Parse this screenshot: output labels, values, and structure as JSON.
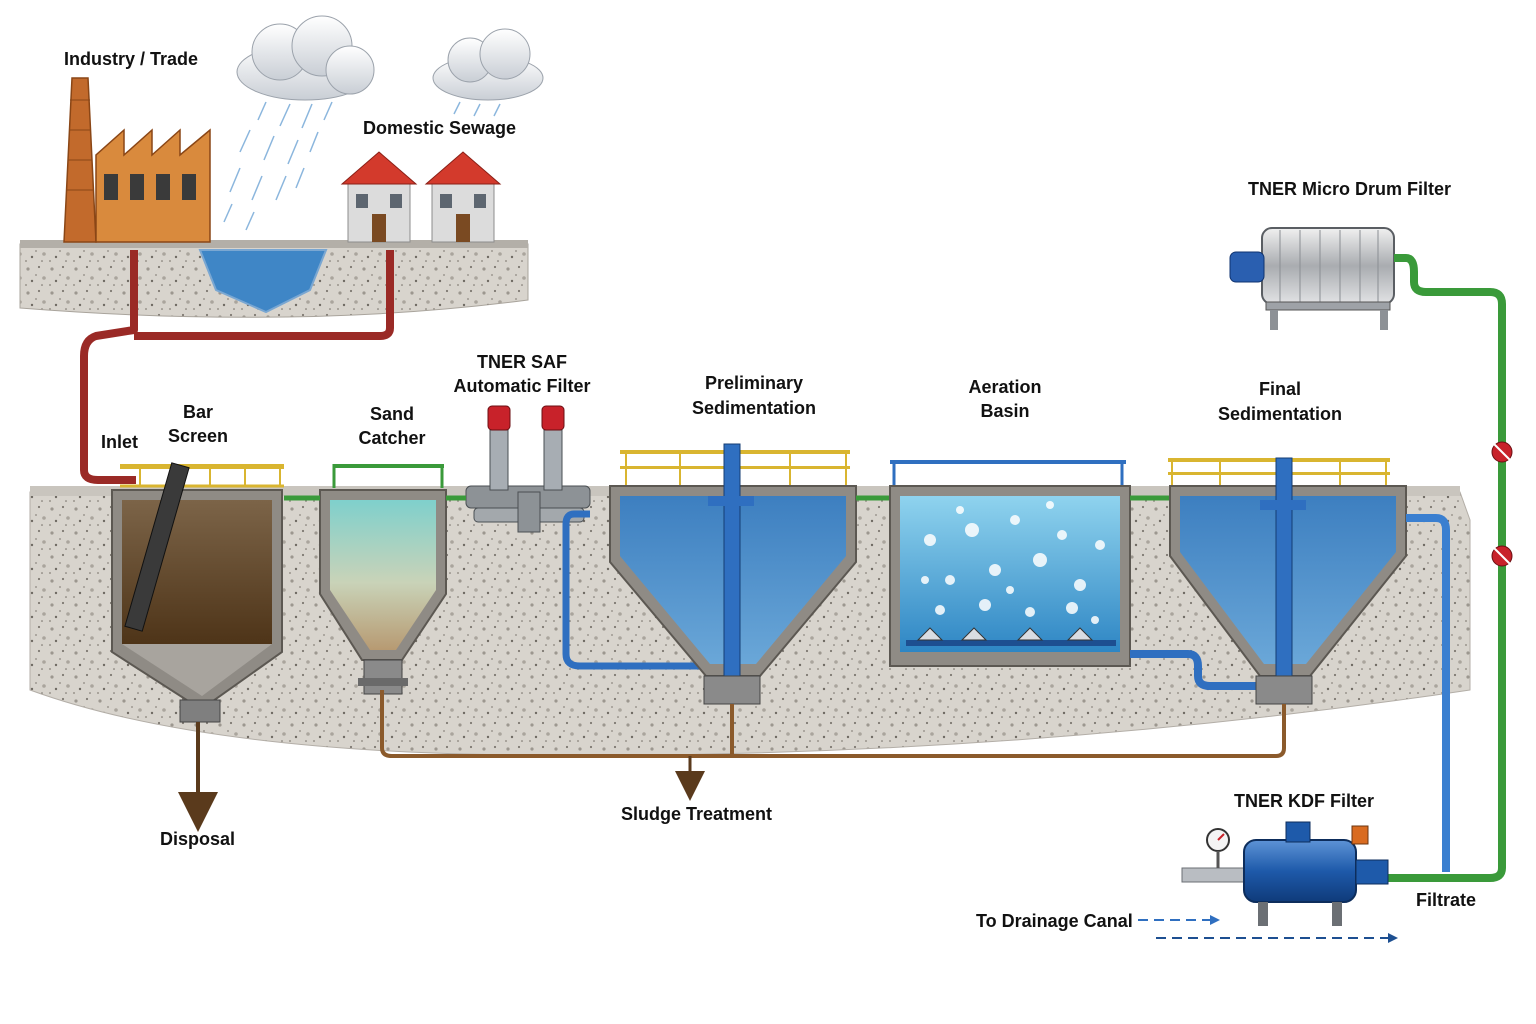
{
  "labels": {
    "industry": "Industry / Trade",
    "domestic": "Domestic Sewage",
    "inlet": "Inlet",
    "bar_screen_1": "Bar",
    "bar_screen_2": "Screen",
    "sand_catcher_1": "Sand",
    "sand_catcher_2": "Catcher",
    "saf_1": "TNER SAF",
    "saf_2": "Automatic Filter",
    "prelim_1": "Preliminary",
    "prelim_2": "Sedimentation",
    "aeration_1": "Aeration",
    "aeration_2": "Basin",
    "final_1": "Final",
    "final_2": "Sedimentation",
    "drum_filter": "TNER Micro Drum Filter",
    "kdf_filter": "TNER KDF Filter",
    "filtrate": "Filtrate",
    "drainage": "To Drainage Canal",
    "sludge": "Sludge Treatment",
    "disposal": "Disposal"
  },
  "colors": {
    "inlet_pipe": "#9a2a26",
    "water_pipe": "#2f6fc0",
    "sludge_pipe": "#8b5a2b",
    "filtrate_pipe": "#3a9a3a",
    "concrete": "#d6d2cb",
    "railing": "#d9b530",
    "clear_water": "#4a8ac4",
    "muddy_water": "#6b4a2a"
  }
}
